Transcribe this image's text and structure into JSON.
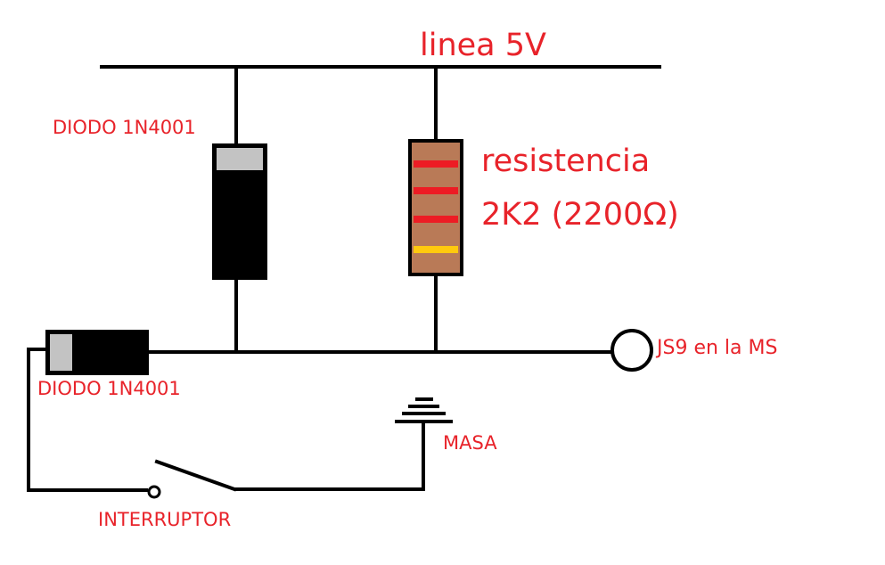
{
  "labels": {
    "title": "linea 5V",
    "resistor_line1": "resistencia",
    "resistor_line2": "2K2 (2200Ω)",
    "diode_top": "DIODO 1N4001",
    "diode_left": "DIODO 1N4001",
    "connector": "JS9 en la MS",
    "ground": "MASA",
    "switch": "INTERRUPTOR"
  },
  "colors": {
    "label_text": "#e8232a",
    "wire": "#000000",
    "diode_body": "#000000",
    "diode_band": "#c3c3c3",
    "resistor_body": "#b97a57",
    "resistor_band_1": "#ed1c24",
    "resistor_band_2": "#ed1c24",
    "resistor_band_3": "#ed1c24",
    "resistor_band_4": "#ffc90e"
  }
}
